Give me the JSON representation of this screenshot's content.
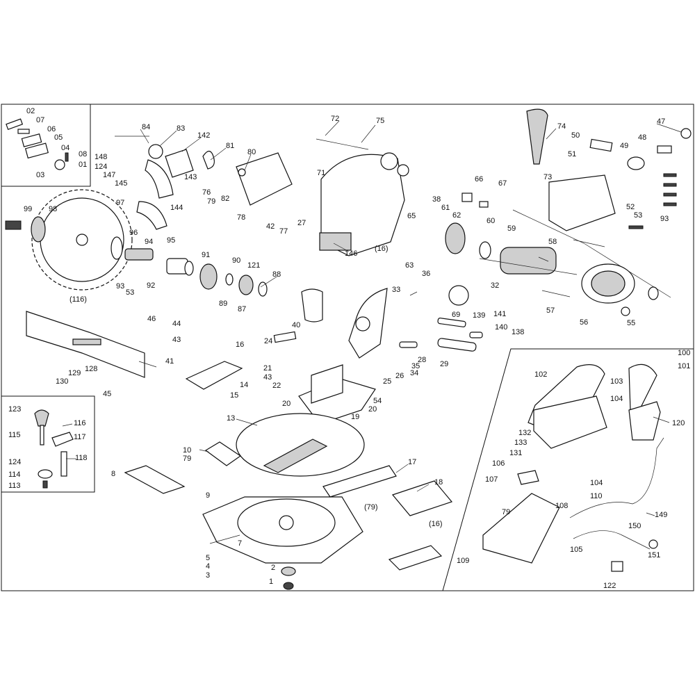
{
  "labels": [
    "02",
    "07",
    "06",
    "05",
    "04",
    "08",
    "01",
    "03",
    "84",
    "83",
    "142",
    "81",
    "80",
    "148",
    "124",
    "147",
    "145",
    "143",
    "76",
    "79",
    "82",
    "78",
    "42",
    "77",
    "27",
    "72",
    "75",
    "71",
    "74",
    "50",
    "51",
    "47",
    "48",
    "49",
    "52",
    "53",
    "93",
    "99",
    "98",
    "97",
    "96",
    "94",
    "95",
    "93",
    "53",
    "92",
    "91",
    "90",
    "121",
    "89",
    "87",
    "88",
    "144",
    "38",
    "61",
    "62",
    "65",
    "(16)",
    "63",
    "146",
    "66",
    "67",
    "73",
    "60",
    "59",
    "58",
    "57",
    "56",
    "55",
    "36",
    "33",
    "32",
    "69",
    "139",
    "141",
    "140",
    "138",
    "29",
    "28",
    "35",
    "34",
    "26",
    "25",
    "(116)",
    "40",
    "46",
    "44",
    "43",
    "41",
    "128",
    "129",
    "130",
    "45",
    "24",
    "21",
    "43",
    "22",
    "16",
    "15",
    "14",
    "20",
    "19",
    "54",
    "20",
    "13",
    "10",
    "79",
    "8",
    "9",
    "(79)",
    "17",
    "18",
    "(16)",
    "7",
    "5",
    "4",
    "3",
    "2",
    "1",
    "123",
    "116",
    "115",
    "117",
    "124",
    "118",
    "114",
    "113",
    "100",
    "101",
    "102",
    "103",
    "104",
    "120",
    "132",
    "133",
    "131",
    "106",
    "107",
    "104",
    "110",
    "79",
    "108",
    "109",
    "149",
    "150",
    "105",
    "151",
    "122"
  ]
}
